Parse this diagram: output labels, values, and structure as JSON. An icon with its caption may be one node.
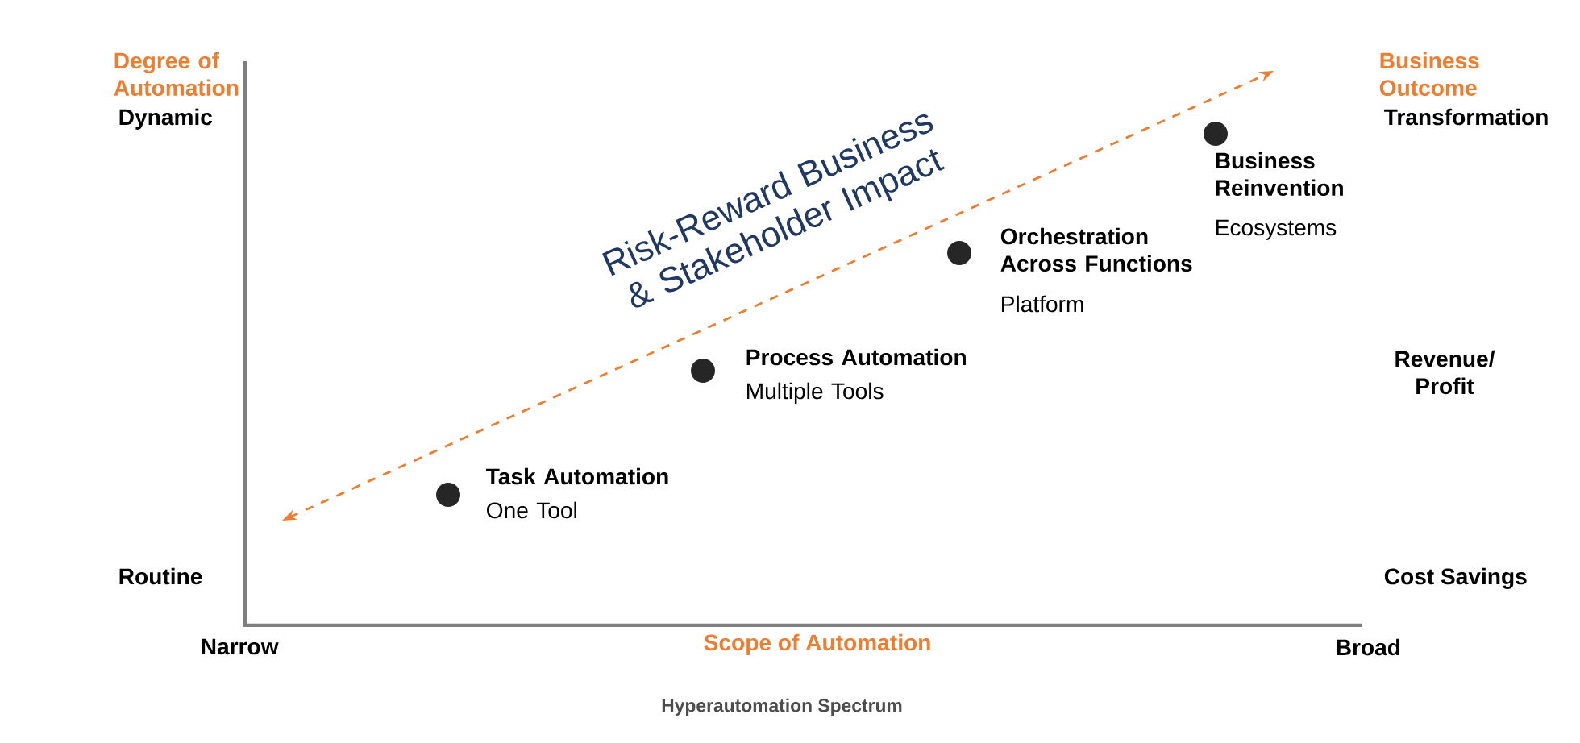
{
  "diagram": {
    "caption": "Hyperautomation Spectrum",
    "nodes": [
      {
        "text": [
          "Task Automation",
          "One Tool"
        ]
      },
      {
        "text": [
          "Process Automation",
          "Multiple Tools"
        ]
      },
      {
        "text": [
          "Orchestration Across Functions",
          "Platform"
        ]
      },
      {
        "text": [
          "Business Reinvention",
          "Ecosystems"
        ]
      }
    ],
    "edges": [],
    "labels": [
      "Degree of Automation",
      "Business Outcome",
      "Dynamic",
      "Transformation",
      "Risk-Reward Business & Stakeholder Impact",
      "Revenue/ Profit",
      "Routine",
      "Cost Savings",
      "Narrow",
      "Scope of Automation",
      "Broad"
    ]
  }
}
